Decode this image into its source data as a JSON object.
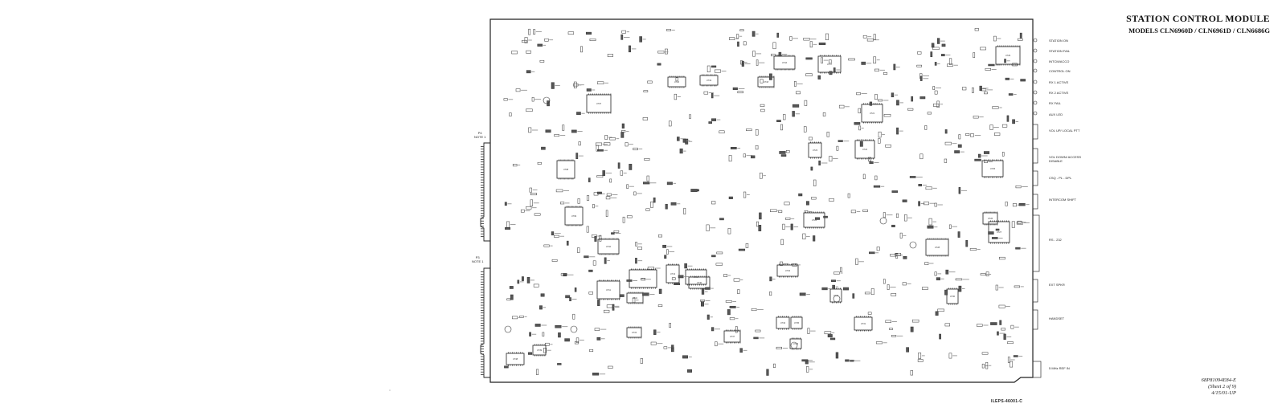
{
  "title": {
    "line1": "STATION CONTROL MODULE",
    "line2": "MODELS CLN6960D / CLN6961D / CLN6686G"
  },
  "doc_number": {
    "line1": "68P81094E84-E",
    "line2": "(Sheet 2 of 9)",
    "line3": "4/15/01-UP"
  },
  "drawing_number": "ILEPS-46001-C",
  "connectors": {
    "p4": {
      "name": "P4",
      "note": "NOTE 1"
    },
    "p3": {
      "name": "P3",
      "note": "NOTE 1"
    }
  },
  "side_labels": [
    "STATION ON",
    "STATION FAIL",
    "INTCM/ACCO",
    "CONTROL ON",
    "RX 1 ACTIVE",
    "RX 2 ACTIVE",
    "RX FAIL",
    "AUX LED",
    "VOL UP/ LOCAL PTT",
    "VOL DOWN/ ACCESS DISABLE",
    "CSQ - PL - DPL",
    "INTERCOM SHIFT",
    "RS - 232",
    "EXT SPKR",
    "HANDSET",
    "5 MHz REF IN"
  ],
  "chips": [
    "U707",
    "U708",
    "U709",
    "U710",
    "U711",
    "U712",
    "U713",
    "U714",
    "U715",
    "U716",
    "U717",
    "U718",
    "U719",
    "U720",
    "U721",
    "U722",
    "U723",
    "U724",
    "U725",
    "U726",
    "U727",
    "U728",
    "U729",
    "U730",
    "U731",
    "U732",
    "U733",
    "U734",
    "U735",
    "U736",
    "U737",
    "U738",
    "U739",
    "U740",
    "U741",
    "U742",
    "U743",
    "U744",
    "U745",
    "U746"
  ]
}
